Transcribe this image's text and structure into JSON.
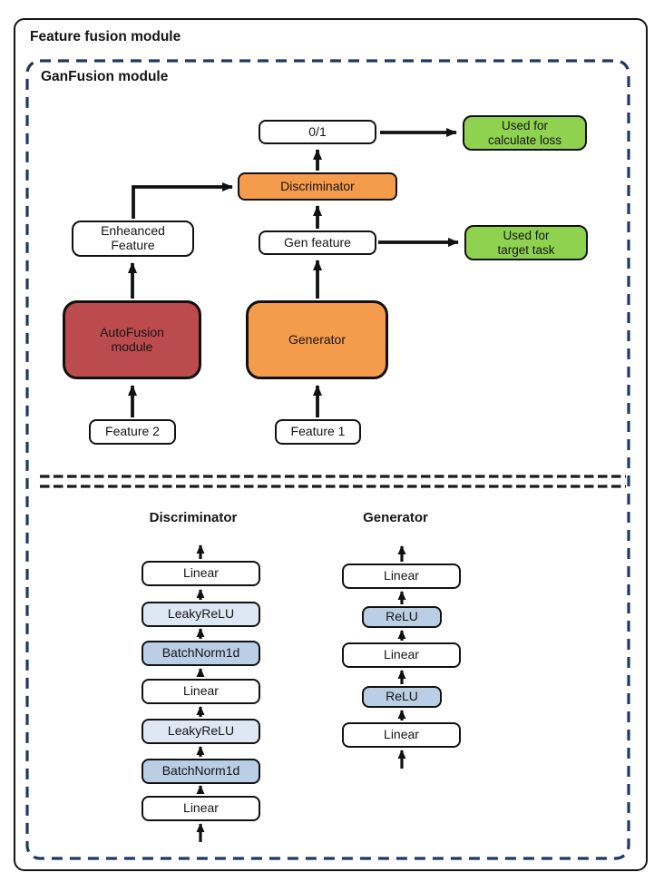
{
  "titles": {
    "outer": "Feature fusion module",
    "inner": "GanFusion module"
  },
  "nodes": {
    "output": "0/1",
    "used_for_loss": "Used for\ncalculate loss",
    "discriminator": "Discriminator",
    "gen_feature": "Gen feature",
    "used_for_task": "Used for\ntarget task",
    "enhanced_feature": "Enheanced\nFeature",
    "autofusion": "AutoFusion\nmodule",
    "generator": "Generator",
    "feature2": "Feature 2",
    "feature1": "Feature 1"
  },
  "bottom": {
    "discriminator": {
      "title": "Discriminator",
      "layers": [
        "Linear",
        "LeakyReLU",
        "BatchNorm1d",
        "Linear",
        "LeakyReLU",
        "BatchNorm1d",
        "Linear"
      ]
    },
    "generator": {
      "title": "Generator",
      "layers": [
        "Linear",
        "ReLU",
        "Linear",
        "ReLU",
        "Linear"
      ]
    }
  },
  "colors": {
    "orange": "#F59B4C",
    "red": "#BC4B4E",
    "green": "#8FD24F",
    "leaky_relu_blue": "#DEE8F4",
    "batchnorm_relu_blue": "#BACEE6",
    "dashed_border_navy": "#1F3864",
    "arrow_black": "#111111"
  }
}
